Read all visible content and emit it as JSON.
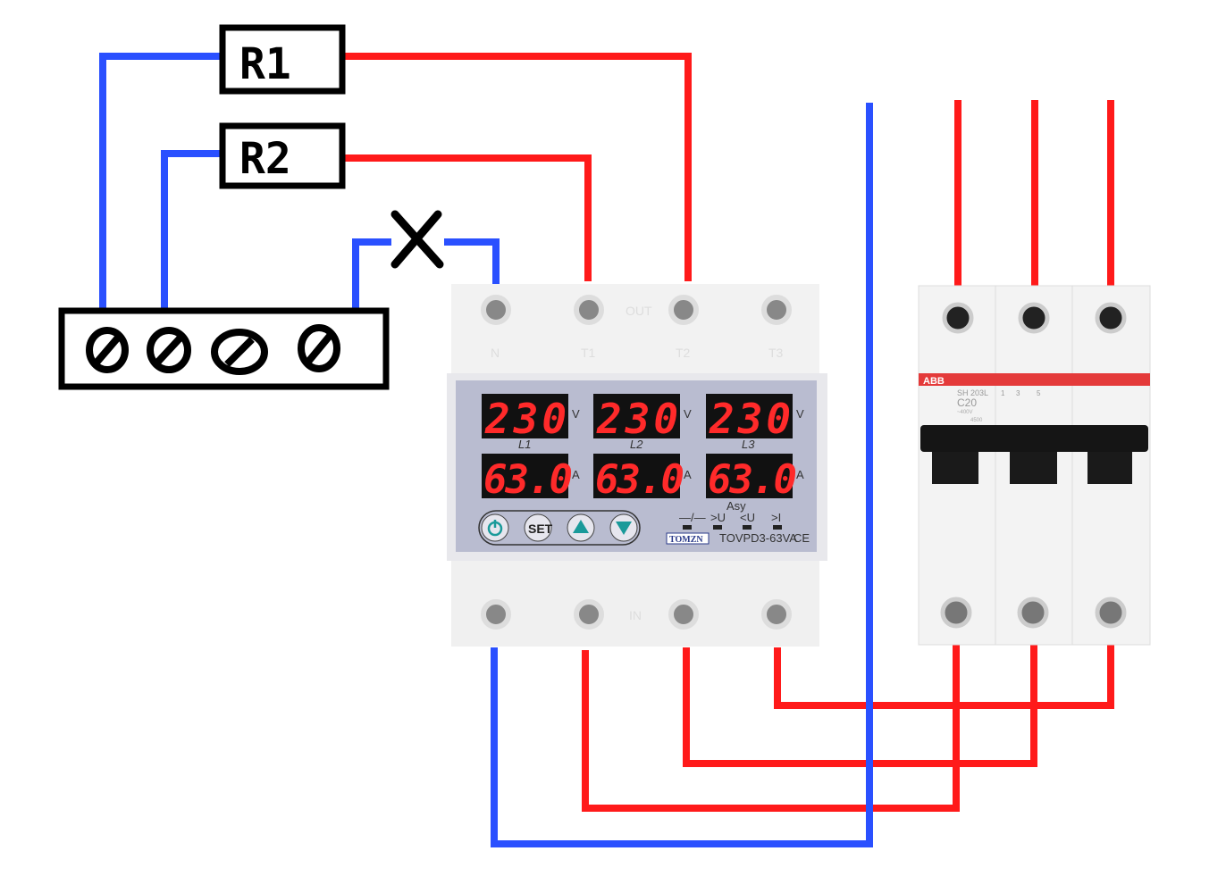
{
  "resistors": [
    {
      "label": "R1"
    },
    {
      "label": "R2"
    }
  ],
  "device": {
    "brand": "TOMZN",
    "model": "TOVPD3-63VA",
    "ce": "CE",
    "top_terminals": [
      "N",
      "T1",
      "T2",
      "T3"
    ],
    "out_label": "OUT",
    "in_label": "IN",
    "voltage": [
      {
        "phase": "L1",
        "value": "230",
        "unit": "V"
      },
      {
        "phase": "L2",
        "value": "230",
        "unit": "V"
      },
      {
        "phase": "L3",
        "value": "230",
        "unit": "V"
      }
    ],
    "current": [
      {
        "value": "63.0",
        "unit": "A"
      },
      {
        "value": "63.0",
        "unit": "A"
      },
      {
        "value": "63.0",
        "unit": "A"
      }
    ],
    "buttons": {
      "power": "power",
      "set": "SET",
      "up": "up",
      "down": "down"
    },
    "indicators": [
      "—/—",
      ">U",
      "<U",
      ">I"
    ],
    "asy_label": "Asy"
  },
  "breaker": {
    "brand": "ABB",
    "model": "SH 203L",
    "rating": "C20",
    "voltage": "~400V",
    "capacity": "4500",
    "poles": [
      "1",
      "3",
      "5"
    ]
  },
  "colors": {
    "neutral": "#2a50ff",
    "phase": "#ff1a1a"
  }
}
